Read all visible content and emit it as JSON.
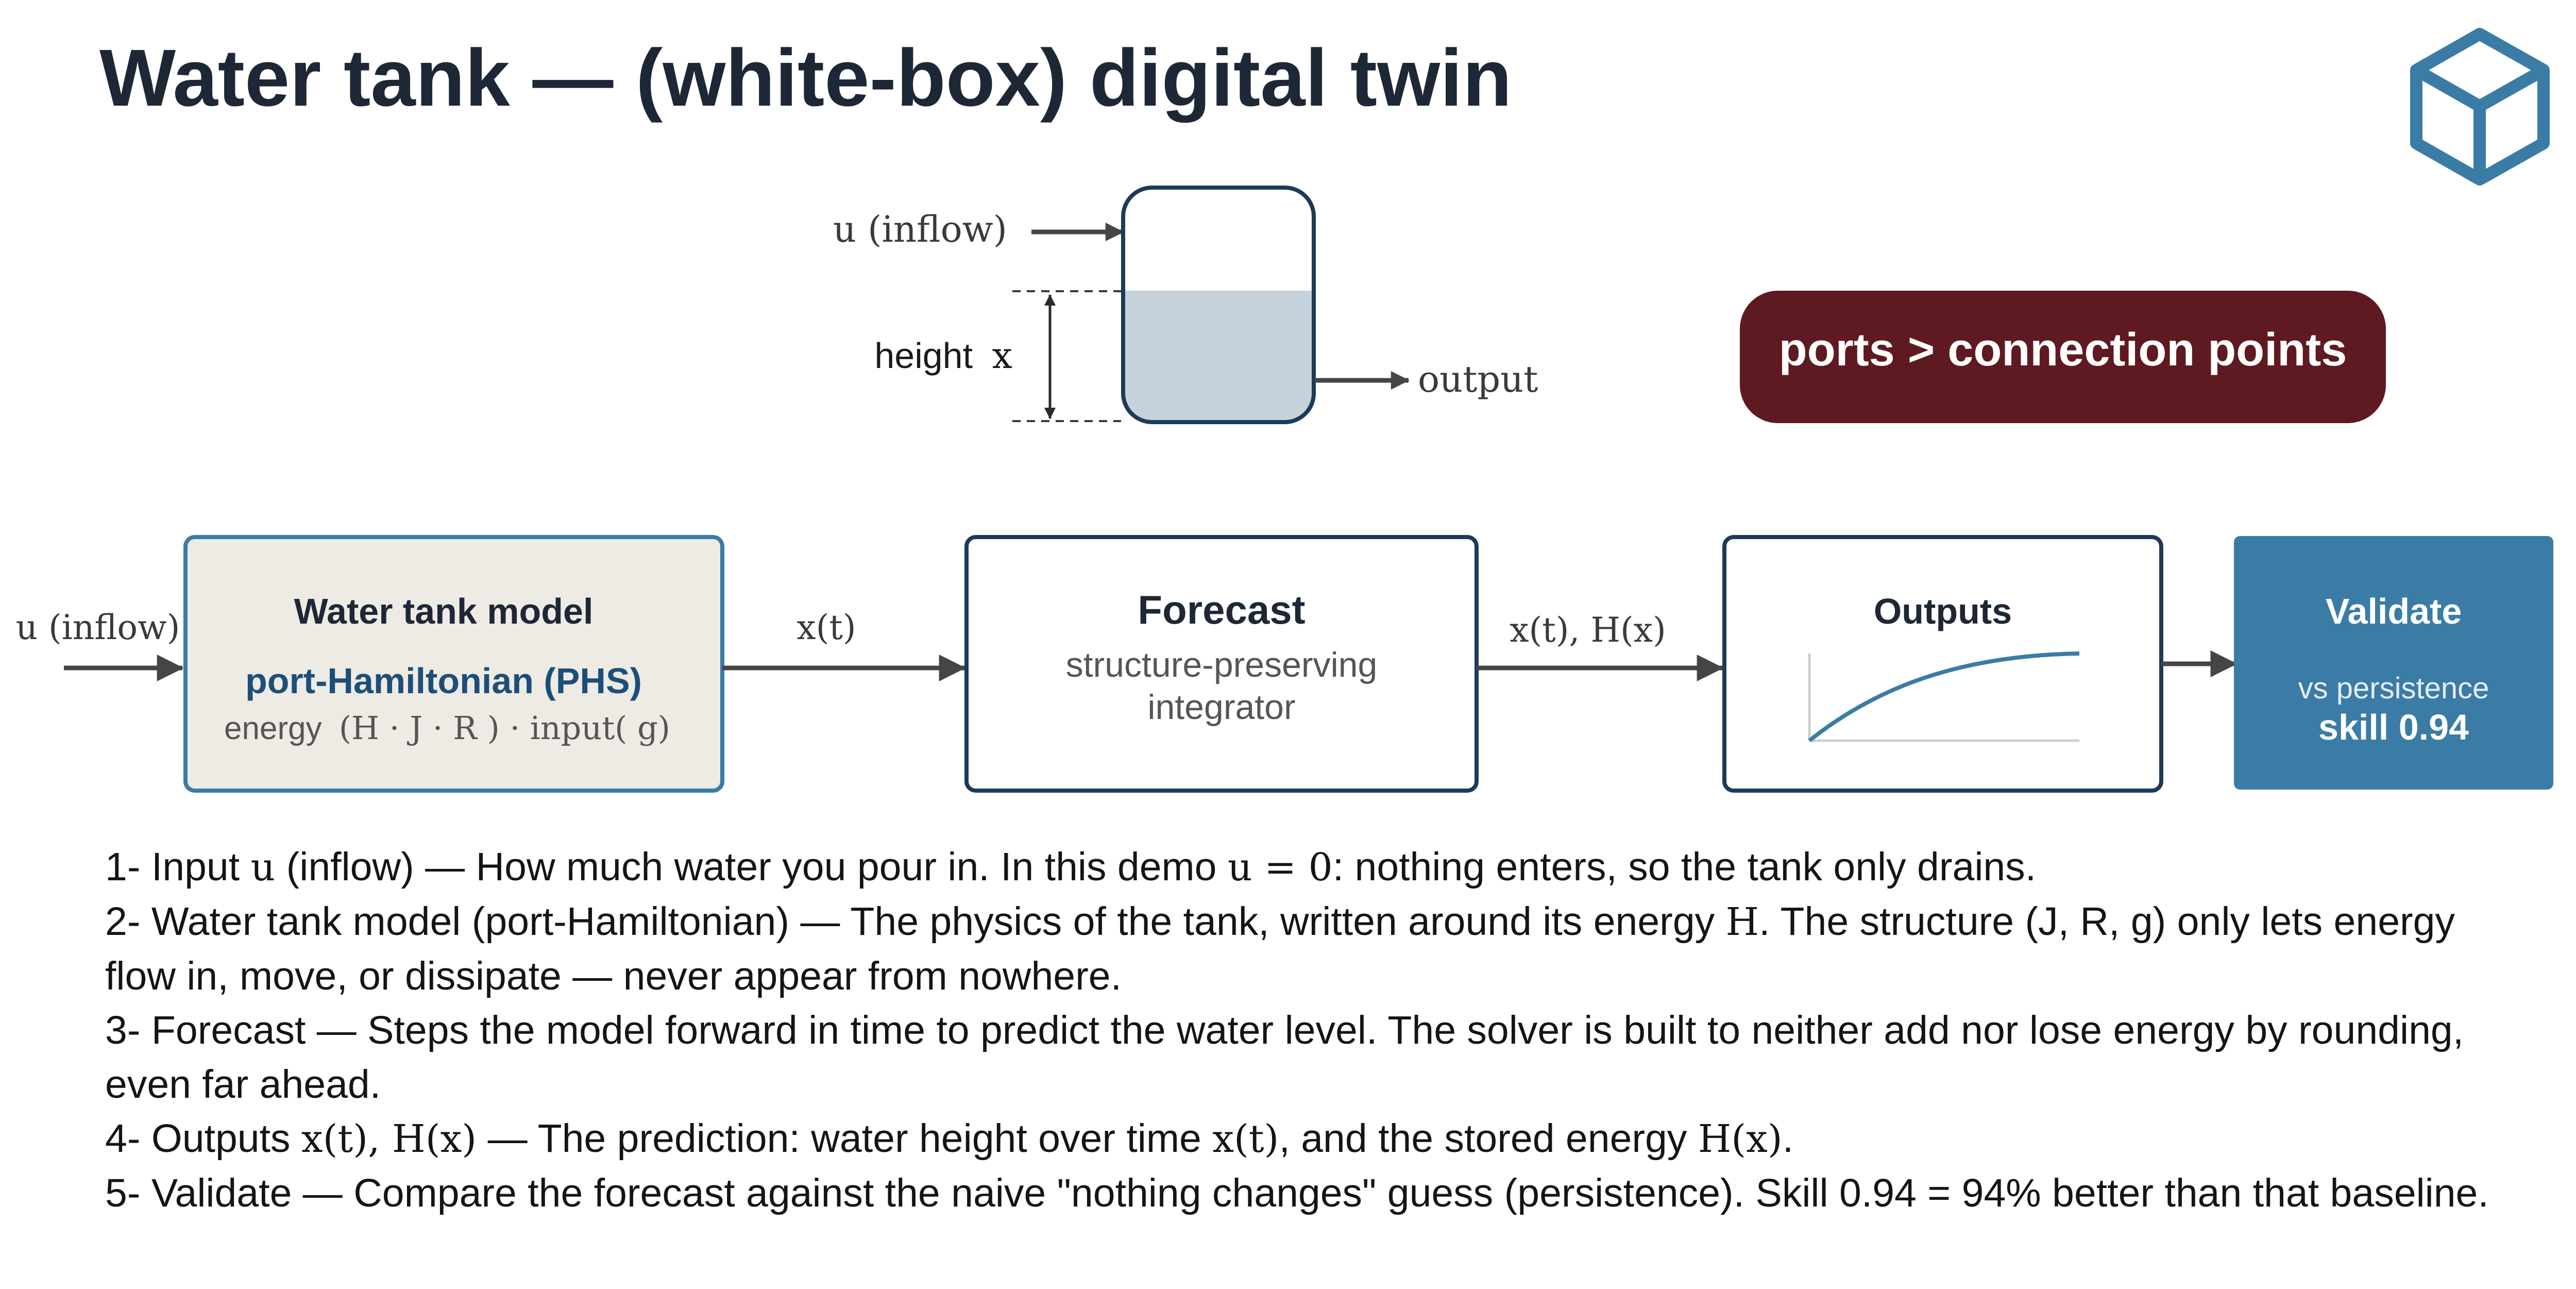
{
  "title": "Water tank — (white-box) digital twin",
  "colors": {
    "title": "#1d2736",
    "navy": "#1d3a5a",
    "steel_blue": "#3a7ca5",
    "model_fill": "#eeebe5",
    "water": "#c5d2dc",
    "ports_badge": "#5e1a20",
    "validate_fill": "#3a7ca5"
  },
  "icons": {
    "logo": "cube-icon"
  },
  "tank": {
    "inflow_label": "u (inflow)",
    "height_label_text": "height",
    "height_label_var": "x",
    "output_label": "output",
    "fill_level": 0.56
  },
  "ports_badge": "ports > connection points",
  "pipeline": {
    "input_label": "u (inflow)",
    "model": {
      "title": "Water tank model",
      "subtitle": "port-Hamiltonian (PHS)",
      "detail_prefix": "energy",
      "detail_math": "(H · J · R ) · input( g)"
    },
    "edge_model_forecast": "x(t)",
    "forecast": {
      "title": "Forecast",
      "line1": "structure-preserving",
      "line2": "integrator"
    },
    "edge_forecast_outputs": "x(t), H(x)",
    "outputs": {
      "title": "Outputs"
    },
    "validate": {
      "title": "Validate",
      "line1": "vs persistence",
      "line2": "skill 0.94"
    }
  },
  "notes": [
    [
      {
        "t": "1- Input ",
        "m": false
      },
      {
        "t": "u",
        "m": true
      },
      {
        "t": " (inflow) — How much water you pour in. In this demo ",
        "m": false
      },
      {
        "t": "u = 0",
        "m": true
      },
      {
        "t": ": nothing enters, so the tank only drains.",
        "m": false
      }
    ],
    [
      {
        "t": "2- Water tank model (port-Hamiltonian) — The physics of the tank, written around its energy ",
        "m": false
      },
      {
        "t": "H",
        "m": true
      },
      {
        "t": ". The structure (J, R, g) only lets energy flow in, move, or dissipate — never appear from nowhere.",
        "m": false
      }
    ],
    [
      {
        "t": "3-  Forecast — Steps the model forward in time to predict the water level. The solver is built to neither add nor lose energy by rounding, even far ahead.",
        "m": false
      }
    ],
    [
      {
        "t": "4-  Outputs ",
        "m": false
      },
      {
        "t": "x(t), H(x)",
        "m": true
      },
      {
        "t": " — The prediction: water height over time ",
        "m": false
      },
      {
        "t": "x(t)",
        "m": true
      },
      {
        "t": ", and the stored energy ",
        "m": false
      },
      {
        "t": "H(x)",
        "m": true
      },
      {
        "t": ".",
        "m": false
      }
    ],
    [
      {
        "t": "5-  Validate — Compare the forecast against the naive \"nothing changes\" guess (persistence). Skill 0.94 = 94% better than that baseline.",
        "m": false
      }
    ]
  ]
}
